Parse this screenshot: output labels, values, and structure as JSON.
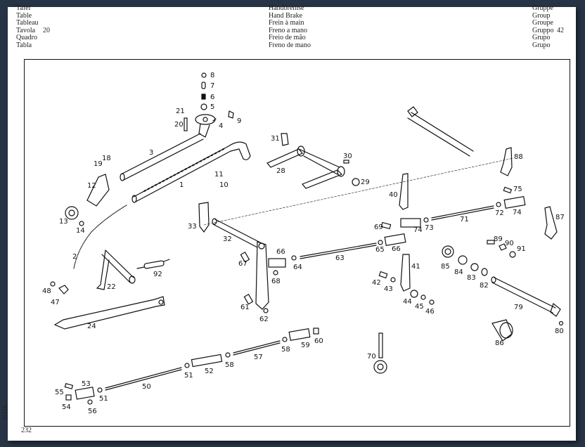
{
  "header": {
    "table_labels": [
      "Tafel",
      "Table",
      "Tableau",
      "Tavola",
      "Quadro",
      "Tabla"
    ],
    "table_number": "20",
    "title_translations": [
      "Handbremse",
      "Hand Brake",
      "Frein à main",
      "Freno a mano",
      "Freio de mão",
      "Freno de mano"
    ],
    "group_labels": [
      "Gruppe",
      "Group",
      "Groupe",
      "Gruppo",
      "Grupo",
      "Grupo"
    ],
    "group_number": "42"
  },
  "footer": {
    "page_number": "232",
    "drawing_code": "10116"
  },
  "diagram": {
    "title": "Hand Brake exploded view",
    "part_labels": [
      "1",
      "2",
      "3",
      "4",
      "5",
      "6",
      "7",
      "8",
      "9",
      "10",
      "11",
      "12",
      "13",
      "14",
      "18",
      "19",
      "20",
      "21",
      "22",
      "24",
      "28",
      "29",
      "30",
      "31",
      "32",
      "33",
      "40",
      "41",
      "42",
      "43",
      "44",
      "45",
      "46",
      "47",
      "48",
      "50",
      "51",
      "51",
      "52",
      "53",
      "54",
      "55",
      "56",
      "57",
      "58",
      "58",
      "59",
      "60",
      "61",
      "62",
      "63",
      "64",
      "65",
      "66",
      "66",
      "67",
      "68",
      "69",
      "70",
      "71",
      "72",
      "73",
      "74",
      "74",
      "75",
      "79",
      "80",
      "82",
      "83",
      "84",
      "85",
      "86",
      "87",
      "88",
      "89",
      "90",
      "91",
      "92"
    ]
  }
}
